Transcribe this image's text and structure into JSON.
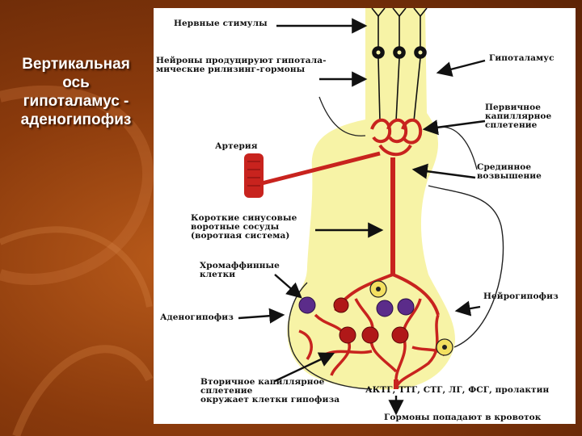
{
  "slide_title": "Вертикальная\nось\nгипоталамус -\nаденогипофиз",
  "labels": {
    "nerve_stimuli": "Нервные стимулы",
    "neurons": "Нейроны продуцируют гипотала-\n мические рилизинг-гормоны",
    "hypothalamus": "Гипоталамус",
    "primary_plexus": "Первичное\nкапиллярное\nсплетение",
    "artery": "Артерия",
    "median_eminence": "Срединное\nвозвышение",
    "portal_vessels": "Короткие синусовые\nворотные сосуды\n(воротная система)",
    "chromaffin": "Хромаффинные\nклетки",
    "neurohypophysis": "Нейрогипофиз",
    "adenohypophysis": "Аденогипофиз",
    "secondary_plexus": "Вторичное капиллярное\n         сплетение\nокружает клетки гипофиза",
    "hormones_list": "АКТГ, ТТГ, СТГ, ЛГ, ФСГ, пролактин",
    "hormones_blood": "Гормоны попадают в кровоток"
  },
  "colors": {
    "tissue": "#f7f3a6",
    "vessel": "#c8231e",
    "cell_purple": "#5b2c8a",
    "cell_red": "#b01818",
    "cell_yellow": "#f3e060"
  }
}
